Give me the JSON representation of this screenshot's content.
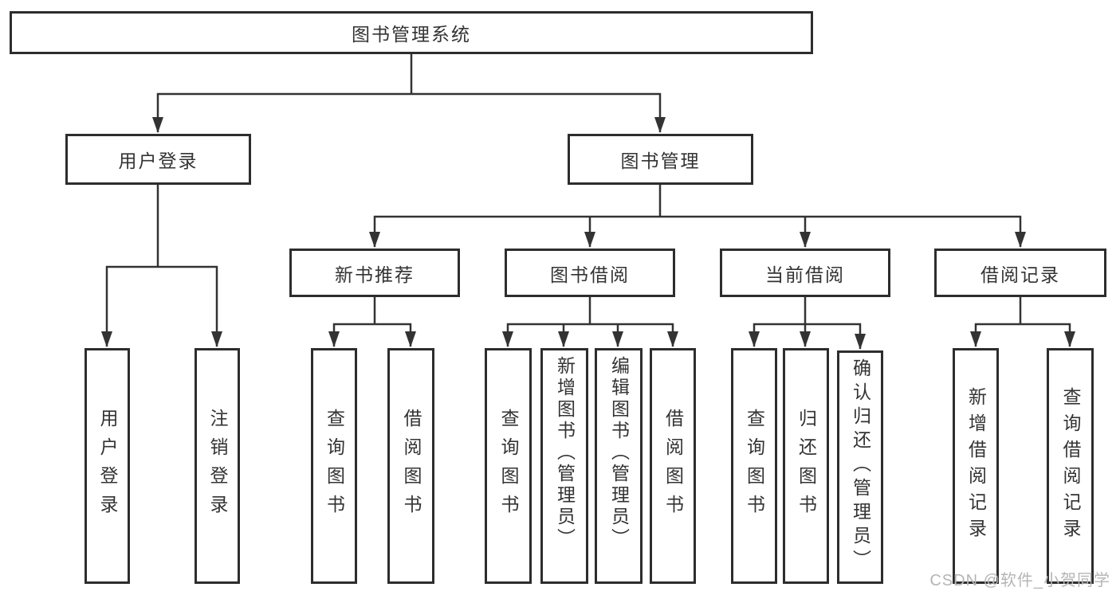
{
  "page": {
    "watermark": "CSDN @软件_小贺同学",
    "colors": {
      "line": "#333333",
      "box_border": "#2d2d2d",
      "box_fill": "#ffffff",
      "text": "#333333",
      "watermark": "#b5b5b5"
    }
  },
  "tree": {
    "label": "图书管理系统",
    "children": [
      {
        "label": "用户登录",
        "children": [
          {
            "label": "用户登录"
          },
          {
            "label": "注销登录"
          }
        ]
      },
      {
        "label": "图书管理",
        "children": [
          {
            "label": "新书推荐",
            "children": [
              {
                "label": "查询图书"
              },
              {
                "label": "借阅图书"
              }
            ]
          },
          {
            "label": "图书借阅",
            "children": [
              {
                "label": "查询图书"
              },
              {
                "label": "新增图书（管理员）"
              },
              {
                "label": "编辑图书（管理员）"
              },
              {
                "label": "借阅图书"
              }
            ]
          },
          {
            "label": "当前借阅",
            "children": [
              {
                "label": "查询图书"
              },
              {
                "label": "归还图书"
              },
              {
                "label": "确认归还（管理员）"
              }
            ]
          },
          {
            "label": "借阅记录",
            "children": [
              {
                "label": "新增借阅记录"
              },
              {
                "label": "查询借阅记录"
              }
            ]
          }
        ]
      }
    ]
  }
}
